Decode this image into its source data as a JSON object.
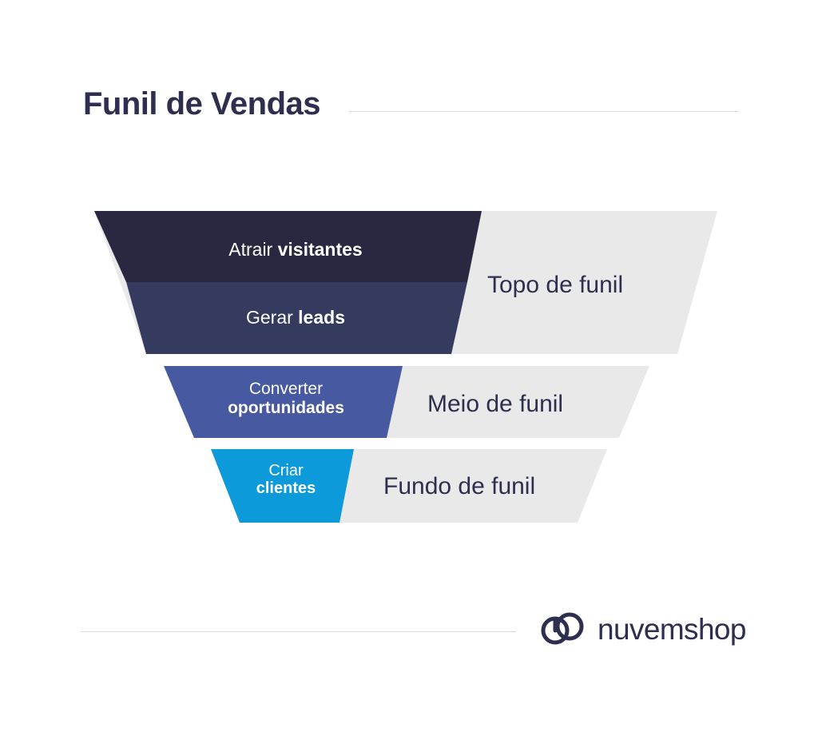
{
  "header": {
    "title": "Funil de Vendas",
    "rule_color": "#d9d9dd"
  },
  "colors": {
    "background": "#ffffff",
    "text_dark": "#2e2e4f",
    "band_gray": "#e9e9e9",
    "stage_1": "#2a2840",
    "stage_2": "#343b5e",
    "stage_3": "#4759a0",
    "stage_4": "#0d9adb",
    "text_light": "#ffffff"
  },
  "funnel": {
    "stages": [
      {
        "id": "atrair-visitantes",
        "text_regular": "Atrair ",
        "text_bold": "visitantes",
        "color": "#2a2840"
      },
      {
        "id": "gerar-leads",
        "text_regular": "Gerar ",
        "text_bold": "leads",
        "color": "#343b5e"
      },
      {
        "id": "converter-oportunidades",
        "text_regular": "Converter",
        "text_bold": "oportunidades",
        "color": "#4759a0"
      },
      {
        "id": "criar-clientes",
        "text_regular": "Criar",
        "text_bold": "clientes",
        "color": "#0d9adb"
      }
    ],
    "bands": [
      {
        "id": "topo-de-funil",
        "label": "Topo de funil"
      },
      {
        "id": "meio-de-funil",
        "label": "Meio de funil"
      },
      {
        "id": "fundo-de-funil",
        "label": "Fundo de funil"
      }
    ]
  },
  "footer": {
    "brand_name": "nuvemshop",
    "logo_icon": "nuvemshop-cloud-mark",
    "rule_color": "#d9d9dd"
  }
}
